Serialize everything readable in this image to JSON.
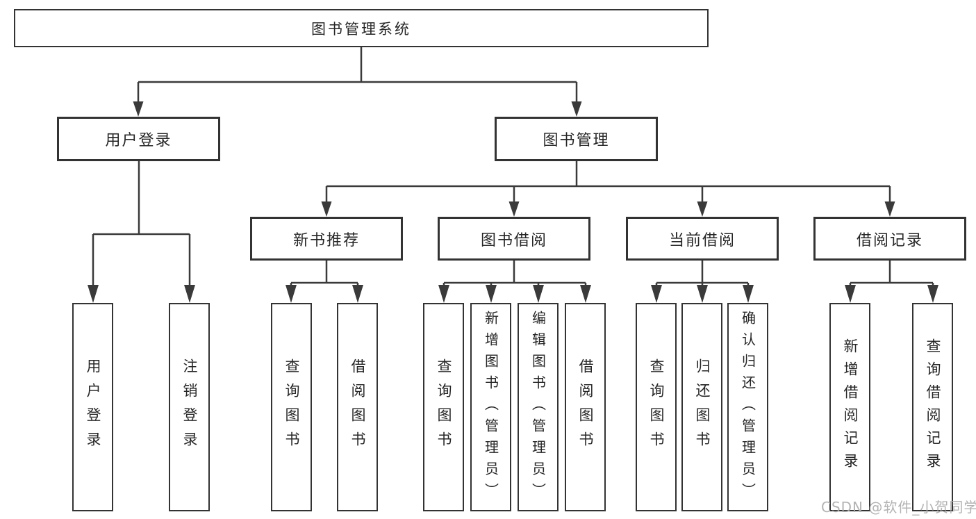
{
  "tree": {
    "label": "图书管理系统",
    "children": [
      {
        "label": "用户登录",
        "children": [
          {
            "label": "用户登录"
          },
          {
            "label": "注销登录"
          }
        ]
      },
      {
        "label": "图书管理",
        "children": [
          {
            "label": "新书推荐",
            "children": [
              {
                "label": "查询图书"
              },
              {
                "label": "借阅图书"
              }
            ]
          },
          {
            "label": "图书借阅",
            "children": [
              {
                "label": "查询图书"
              },
              {
                "label": "新增图书（管理员）"
              },
              {
                "label": "编辑图书（管理员）"
              },
              {
                "label": "借阅图书"
              }
            ]
          },
          {
            "label": "当前借阅",
            "children": [
              {
                "label": "查询图书"
              },
              {
                "label": "归还图书"
              },
              {
                "label": "确认归还（管理员）"
              }
            ]
          },
          {
            "label": "借阅记录",
            "children": [
              {
                "label": "新增借阅记录"
              },
              {
                "label": "查询借阅记录"
              }
            ]
          }
        ]
      }
    ]
  },
  "watermark": {
    "text": "CSDN @软件_小贺同学"
  },
  "colors": {
    "background": "#ffffff",
    "line": "#3a3a3a",
    "box_border": "#333333",
    "text": "#262626",
    "watermark": "#ababab"
  }
}
